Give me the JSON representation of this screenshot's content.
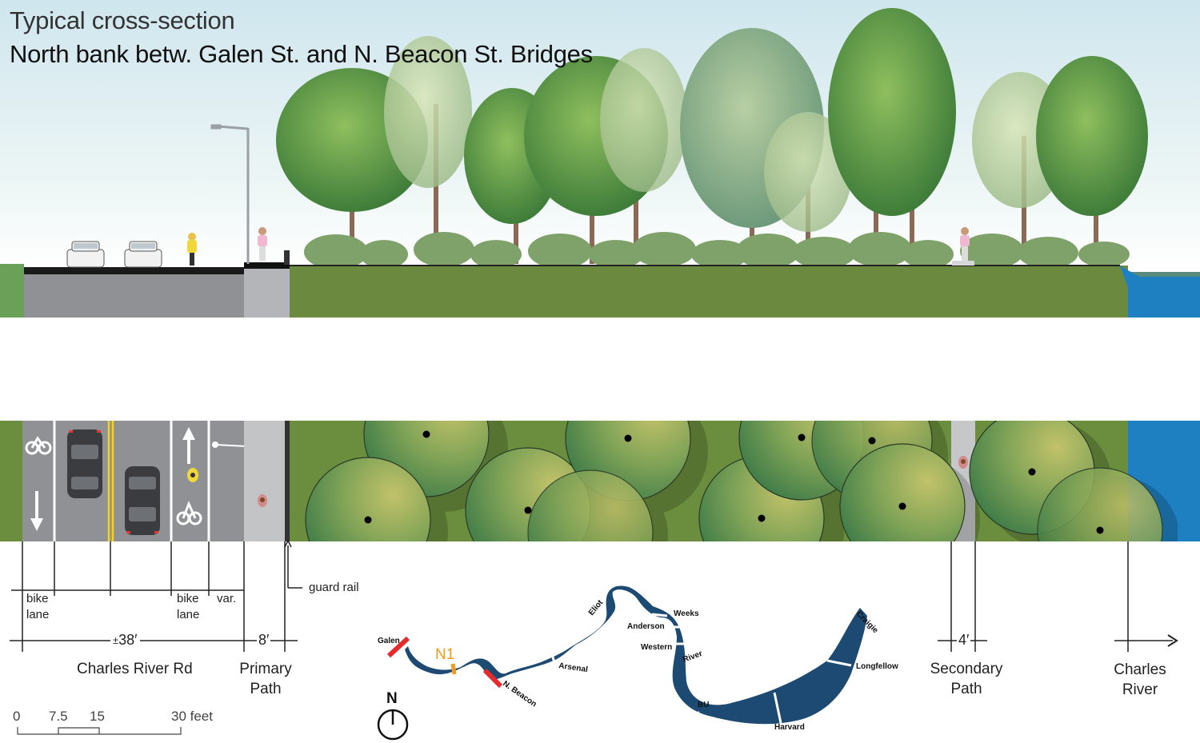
{
  "title": {
    "line1": "Typical cross-section",
    "line2": "North bank betw. Galen St. and N. Beacon St. Bridges"
  },
  "labels": {
    "bike_lane_left": [
      "bike",
      "lane"
    ],
    "bike_lane_right": [
      "bike",
      "lane"
    ],
    "var": "var.",
    "guard_rail": "guard rail",
    "road_width_prefix": "±",
    "road_width": "38′",
    "primary_width": "8′",
    "secondary_width": "4′",
    "charles_river_rd": "Charles River Rd",
    "primary_path": [
      "Primary",
      "Path"
    ],
    "secondary_path": [
      "Secondary",
      "Path"
    ],
    "charles_river": [
      "Charles",
      "River"
    ]
  },
  "scale_bar": {
    "ticks": [
      "0",
      "7.5",
      "15",
      "30 feet"
    ]
  },
  "locator_map": {
    "north": "N",
    "segment_marker": "N1",
    "bridges": [
      "Galen",
      "N. Beacon",
      "Arsenal",
      "Eliot",
      "Anderson",
      "Weeks",
      "Western",
      "River",
      "BU",
      "Harvard",
      "Longfellow",
      "Craigie"
    ]
  },
  "colors": {
    "grass": "#6b8e3e",
    "ground_section": "#6b8a3f",
    "road": "#8f9195",
    "path": "#c3c4c6",
    "water": "#1e7fc1",
    "river_map": "#1c4a72",
    "marker_red": "#e32b2b",
    "marker_orange": "#f39a1e",
    "lane_yellow": "#f2d21e"
  }
}
